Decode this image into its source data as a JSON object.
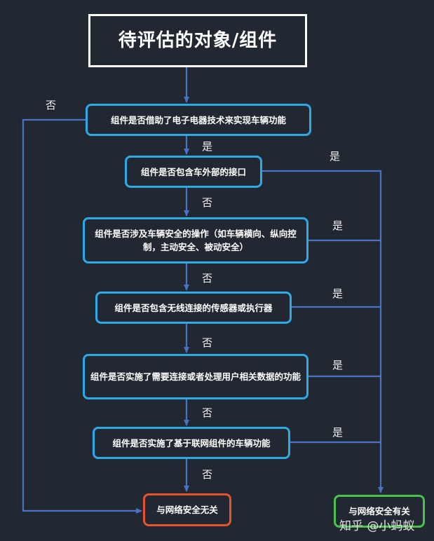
{
  "title": "待评估的对象/组件",
  "questions": [
    "组件是否借助了电子电器技术来实现车辆功能",
    "组件是否包含车外部的接口",
    "组件是否涉及车辆安全的操作（如车辆横向、纵向控制，主动安全、被动安全）",
    "组件是否包含无线连接的传感器或执行器",
    "组件是否实施了需要连接或者处理用户相关数据的功能",
    "组件是否实施了基于联网组件的车辆功能"
  ],
  "outcomes": {
    "not_relevant": "与网络安全无关",
    "relevant": "与网络安全有关"
  },
  "labels": {
    "yes": "是",
    "no": "否"
  },
  "watermark": "知乎 @小蚂蚁",
  "colors": {
    "background": "#222831",
    "node_border": "#2fa8e6",
    "arrow": "#4a72c4",
    "outcome_negative": "#e5532b",
    "outcome_positive": "#48c24a"
  }
}
